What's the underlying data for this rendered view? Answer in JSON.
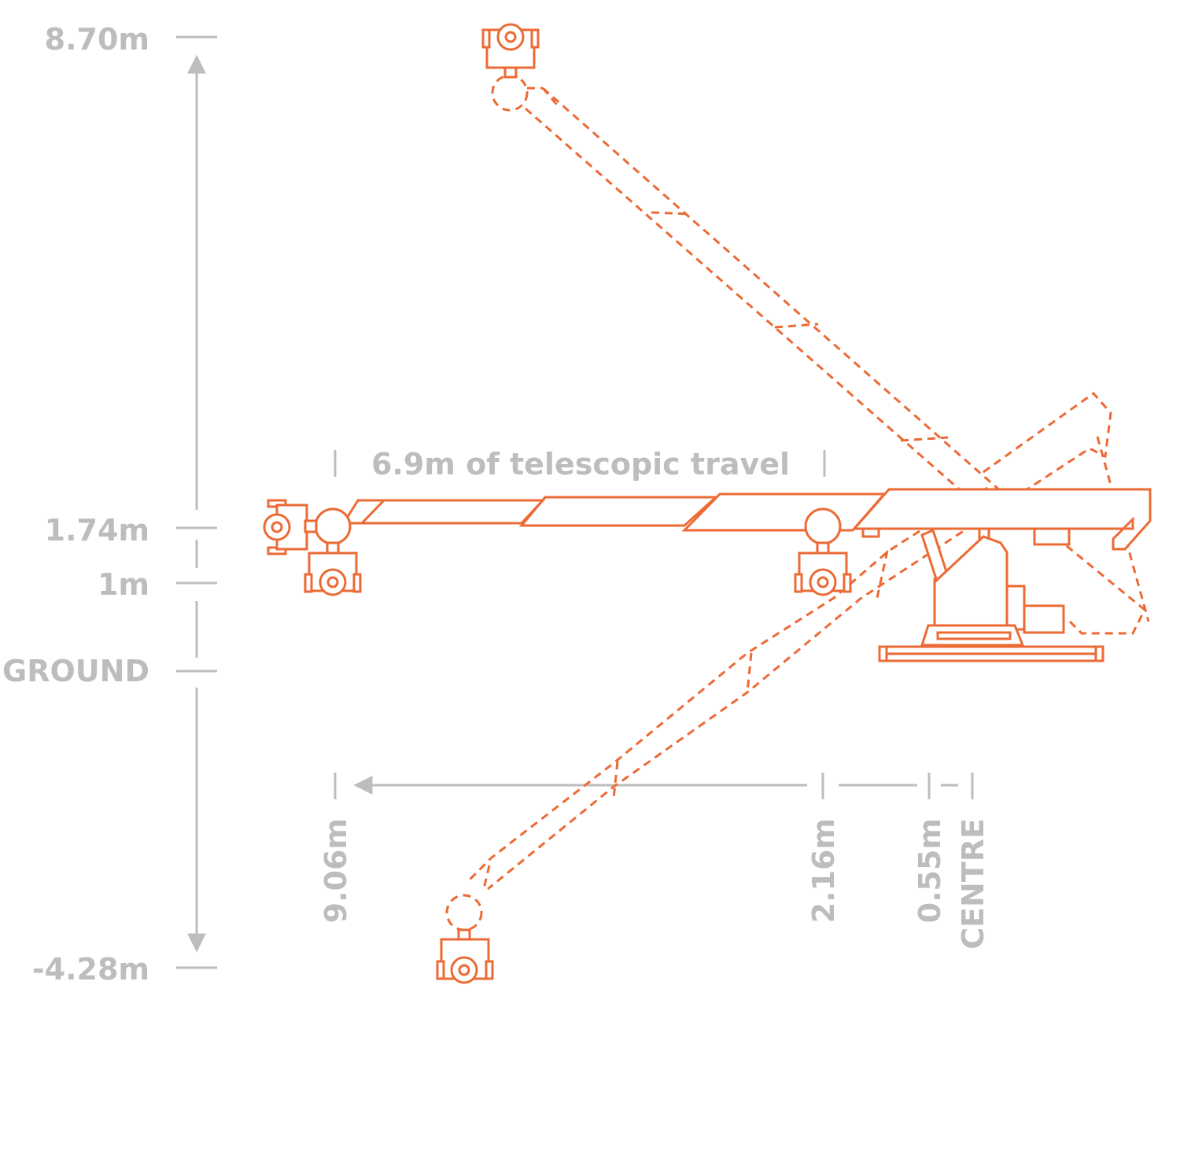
{
  "colors": {
    "crane": "#ec6a34",
    "dimension": "#bdbdbd"
  },
  "heights": {
    "top": "8.70m",
    "arm": "1.74m",
    "one_m": "1m",
    "ground": "GROUND",
    "bottom": "-4.28m"
  },
  "travel_label": "6.9m of telescopic travel",
  "reach": {
    "max": "9.06m",
    "min": "2.16m",
    "offset": "0.55m",
    "centre": "CENTRE"
  }
}
